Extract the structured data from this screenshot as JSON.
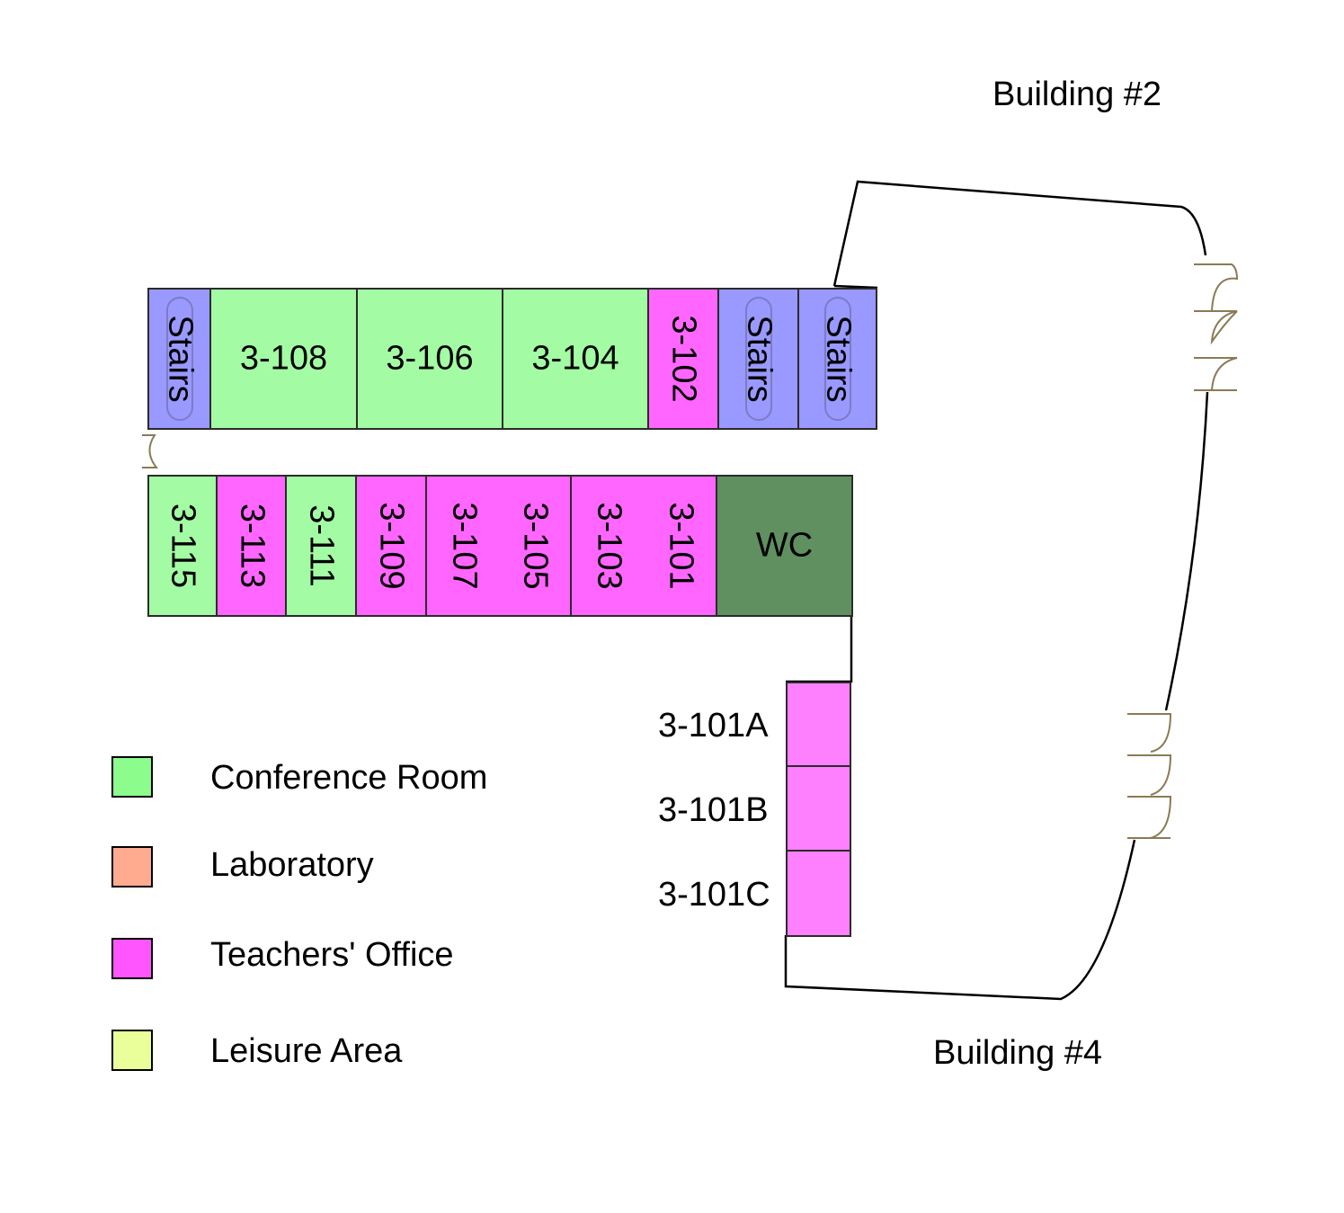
{
  "buildings": {
    "north": "Building #2",
    "south": "Building #4"
  },
  "colors": {
    "conference": "#a3fca3",
    "teachers_office": "#ff66ff",
    "teachers_office_light": "#ff80ff",
    "stairs": "#9999ff",
    "wc": "#609060",
    "laboratory": "#ffab8f",
    "leisure": "#eaff99",
    "legend_conference": "#8cfc8c",
    "legend_teachers": "#ff55ff"
  },
  "north_wing": [
    {
      "label": "Stairs",
      "kind": "stairs"
    },
    {
      "label": "3-108",
      "kind": "conference"
    },
    {
      "label": "3-106",
      "kind": "conference"
    },
    {
      "label": "3-104",
      "kind": "conference"
    },
    {
      "label": "3-102",
      "kind": "teachers_office"
    },
    {
      "label": "Stairs",
      "kind": "stairs"
    },
    {
      "label": "Stairs",
      "kind": "stairs"
    }
  ],
  "south_wing": [
    {
      "label": "3-115",
      "kind": "conference"
    },
    {
      "label": "3-113",
      "kind": "teachers_office"
    },
    {
      "label": "3-111",
      "kind": "conference"
    },
    {
      "label": "3-109",
      "kind": "teachers_office"
    },
    {
      "label": "3-107",
      "kind": "teachers_office"
    },
    {
      "label": "3-105",
      "kind": "teachers_office"
    },
    {
      "label": "3-103",
      "kind": "teachers_office"
    },
    {
      "label": "3-101",
      "kind": "teachers_office"
    },
    {
      "label": "WC",
      "kind": "wc"
    }
  ],
  "annex": [
    {
      "label": "3-101A",
      "kind": "teachers_office"
    },
    {
      "label": "3-101B",
      "kind": "teachers_office"
    },
    {
      "label": "3-101C",
      "kind": "teachers_office"
    }
  ],
  "legend": [
    {
      "label": "Conference Room",
      "color": "#8cfc8c"
    },
    {
      "label": "Laboratory",
      "color": "#ffab8f"
    },
    {
      "label": "Teachers' Office",
      "color": "#ff55ff"
    },
    {
      "label": "Leisure Area",
      "color": "#eaff99"
    }
  ]
}
